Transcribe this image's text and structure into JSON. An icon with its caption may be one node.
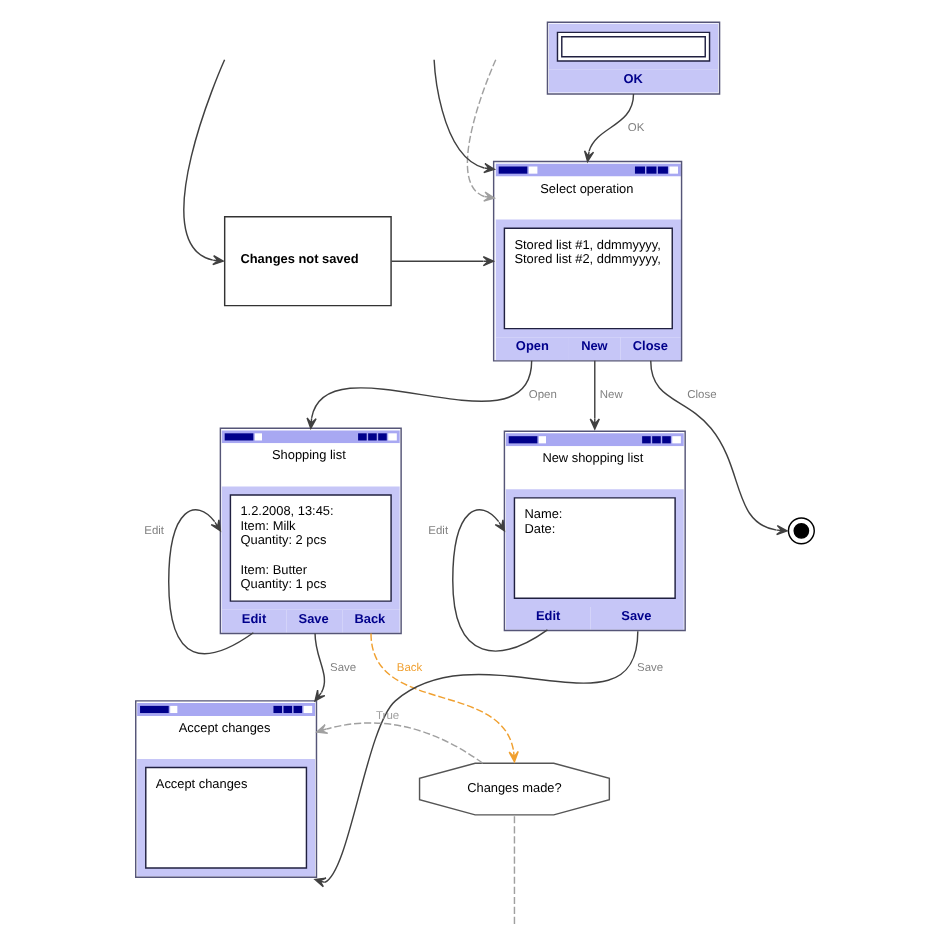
{
  "diagram": {
    "nodes": [
      {
        "text": [
          "OK"
        ]
      },
      {
        "text": [
          "Select operation",
          "Stored list #1, ddmmyyyy,",
          "Stored list #2, ddmmyyyy,",
          "Open",
          "New",
          "Close"
        ]
      },
      {
        "text": [
          "Changes not saved"
        ]
      },
      {
        "text": [],
        "shape": "circle"
      },
      {
        "text": [
          "Shopping list",
          "1.2.2008, 13:45: Item: Milk Quantity: 2 pcs",
          "Item: Butter Quantity: 1 pcs",
          "Edit",
          "Save",
          "Back"
        ]
      },
      {
        "text": [
          "New shopping list",
          "Name:",
          "Date:",
          "Edit",
          "Save"
        ]
      },
      {
        "text": [
          "Accept changes",
          "Accept changes"
        ]
      },
      {
        "text": [
          "Changes made?"
        ]
      }
    ],
    "edges": [
      {
        "from": 0,
        "to": 1,
        "arrow": "to",
        "label": "OK"
      },
      {
        "from": null,
        "to": 1,
        "arrow": "to",
        "style": "dashed",
        "color": "#a0a0a0"
      },
      {
        "from": null,
        "to": 1,
        "arrow": "to"
      },
      {
        "from": 2,
        "to": 1,
        "arrow": "to"
      },
      {
        "from": null,
        "to": 2,
        "arrow": "to"
      },
      {
        "from": 1,
        "to": 4,
        "arrow": "to",
        "label": "Open"
      },
      {
        "from": 1,
        "to": 5,
        "arrow": "to",
        "label": "New"
      },
      {
        "from": 1,
        "to": 3,
        "arrow": "to",
        "label": "Close"
      },
      {
        "from": 4,
        "to": 4,
        "arrow": "to",
        "label": "Edit"
      },
      {
        "from": 4,
        "to": 6,
        "arrow": "to",
        "label": "Save"
      },
      {
        "from": 4,
        "to": 7,
        "arrow": "to",
        "label": "Back",
        "style": "dashed",
        "color": "#f0a030"
      },
      {
        "from": 5,
        "to": 5,
        "arrow": "to",
        "label": "Edit"
      },
      {
        "from": 7,
        "to": 6,
        "arrow": "to",
        "label": "True",
        "style": "dashed",
        "color": "#a0a0a0"
      },
      {
        "from": 5,
        "to": 6,
        "arrow": "to",
        "label": "Save"
      },
      {
        "from": 7,
        "to": null,
        "arrow": "none",
        "style": "dashed",
        "color": "#a0a0a0"
      }
    ]
  }
}
